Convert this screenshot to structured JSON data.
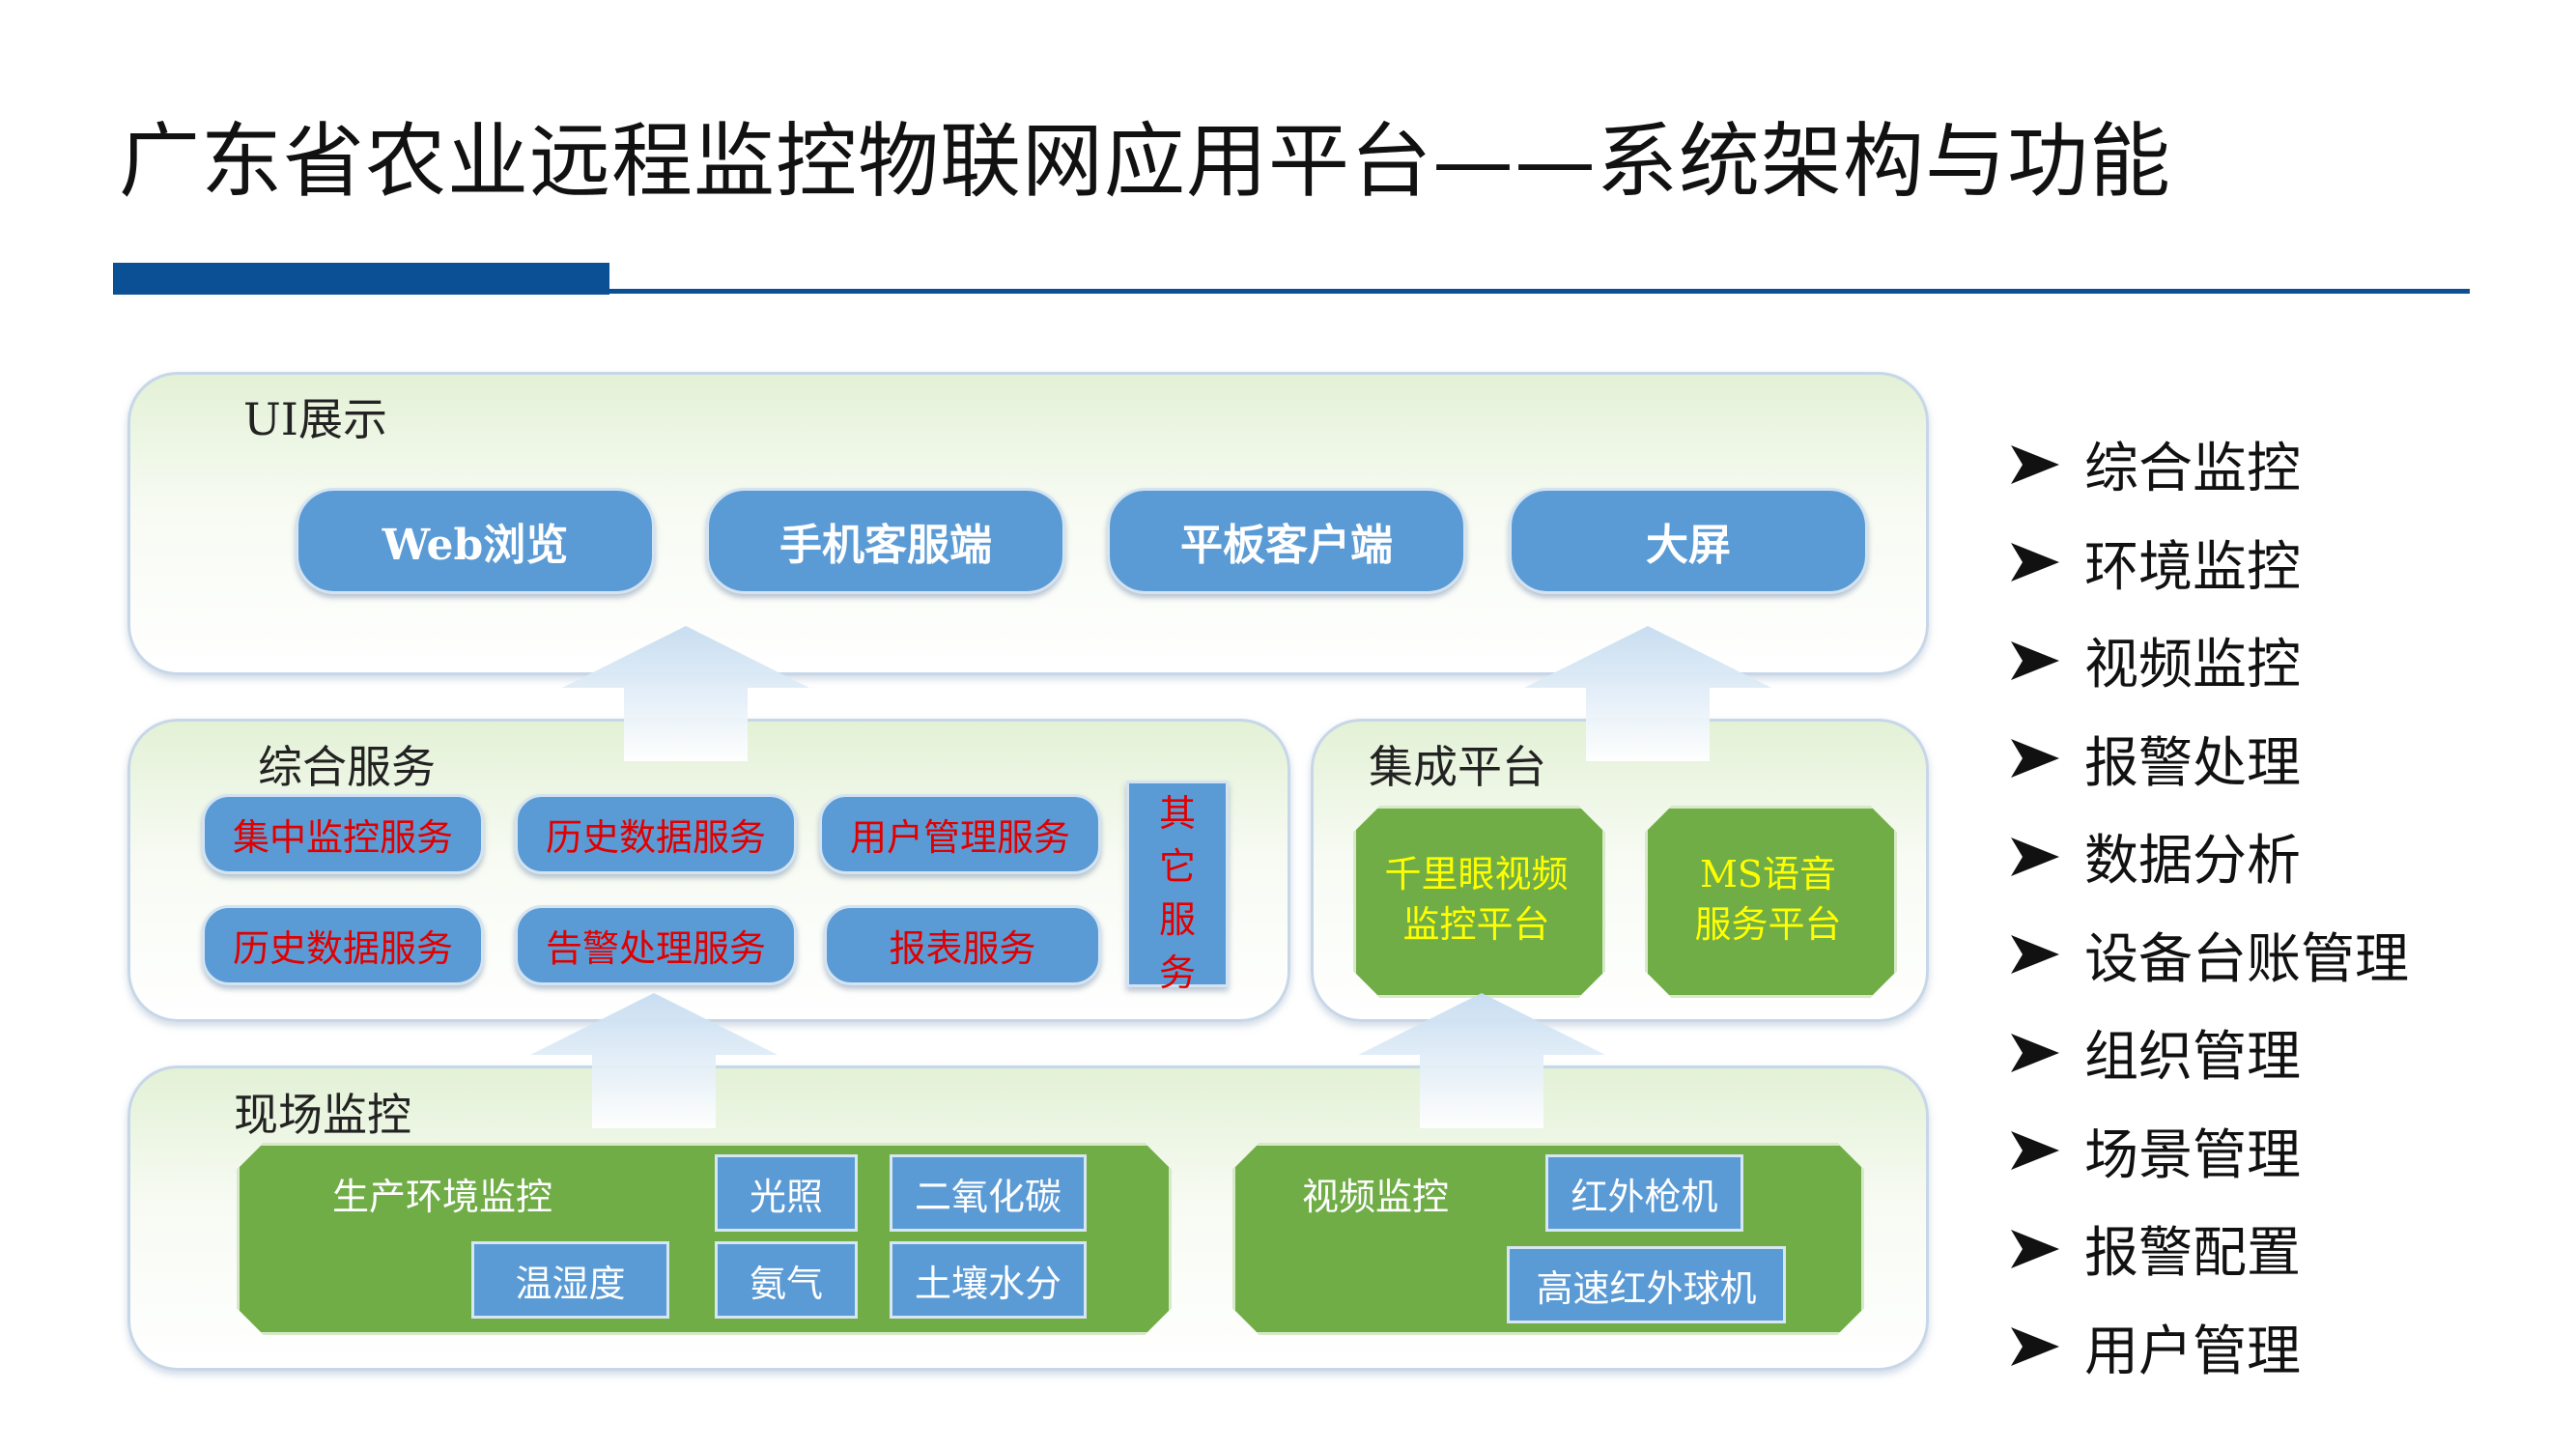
{
  "title": "广东省农业远程监控物联网应用平台——系统架构与功能",
  "ui_layer": {
    "label": "UI展示",
    "clients": [
      "Web浏览",
      "手机客服端",
      "平板客户端",
      "大屏"
    ]
  },
  "service_layer": {
    "label": "综合服务",
    "services": [
      "集中监控服务",
      "历史数据服务",
      "用户管理服务",
      "历史数据服务",
      "告警处理服务",
      "报表服务"
    ],
    "other": [
      "其",
      "它",
      "服",
      "务"
    ]
  },
  "integration_layer": {
    "label": "集成平台",
    "platforms": [
      {
        "line1": "千里眼视频",
        "line2": "监控平台"
      },
      {
        "line1": "MS语音",
        "line2": "服务平台"
      }
    ]
  },
  "field_layer": {
    "label": "现场监控",
    "production": {
      "label": "生产环境监控",
      "sensors": [
        "光照",
        "二氧化碳",
        "温湿度",
        "氨气",
        "土壤水分"
      ]
    },
    "video": {
      "label": "视频监控",
      "cameras": [
        "红外枪机",
        "高速红外球机"
      ]
    }
  },
  "functions": [
    "综合监控",
    "环境监控",
    "视频监控",
    "报警处理",
    "数据分析",
    "设备台账管理",
    "组织管理",
    "场景管理",
    "报警配置",
    "用户管理"
  ],
  "colors": {
    "accent": "#0b4f94",
    "pill_blue": "#5b9bd5",
    "green": "#70ad47",
    "service_text": "#e00000",
    "platform_text": "#ffff00"
  }
}
